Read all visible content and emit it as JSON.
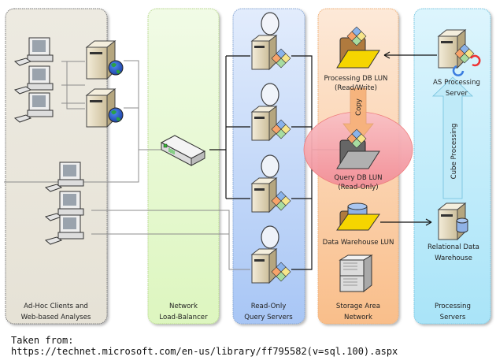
{
  "lanes": [
    {
      "id": "clients",
      "label_line1": "Ad-Hoc Clients and",
      "label_line2": "Web-based Analyses",
      "fill": "#ECE9DF",
      "border": "#7a7a7a"
    },
    {
      "id": "load-balancer",
      "label_line1": "Network",
      "label_line2": "Load-Balancer",
      "fill": "#E9F9D6",
      "border": "#b9d98f"
    },
    {
      "id": "query-servers",
      "label_line1": "Read-Only",
      "label_line2": "Query Servers",
      "fill": "#C9DCF9",
      "border": "#8ba9d6"
    },
    {
      "id": "san",
      "label_line1": "Storage Area",
      "label_line2": "Network",
      "fill": "#FBD1AC",
      "border": "#f1b27a"
    },
    {
      "id": "processing-servers",
      "label_line1": "Processing",
      "label_line2": "Servers",
      "fill": "#C6EEFB",
      "border": "#7fc9e3"
    }
  ],
  "nodes": {
    "processing_db_lun": {
      "line1": "Processing DB LUN",
      "line2": "(Read/Write)"
    },
    "query_db_lun": {
      "line1": "Query DB LUN",
      "line2": "(Read-Only)"
    },
    "data_warehouse_lun": {
      "line1": "Data Warehouse LUN"
    },
    "as_processing_server": {
      "line1": "AS Processing",
      "line2": "Server"
    },
    "relational_dw": {
      "line1": "Relational Data",
      "line2": "Warehouse"
    }
  },
  "arrows": {
    "copy": "Copy",
    "cube_processing": "Cube Processing"
  },
  "colors": {
    "highlight_ellipse": "#F7A9B0",
    "copy_arrow": "#F6B27A",
    "cube_arrow": "#BFEAF8",
    "connector": "#8c8c8c",
    "connector_dark": "#222222"
  },
  "caption": {
    "line1": "Taken from:",
    "line2": "https://technet.microsoft.com/en-us/library/ff795582(v=sql.100).aspx"
  }
}
